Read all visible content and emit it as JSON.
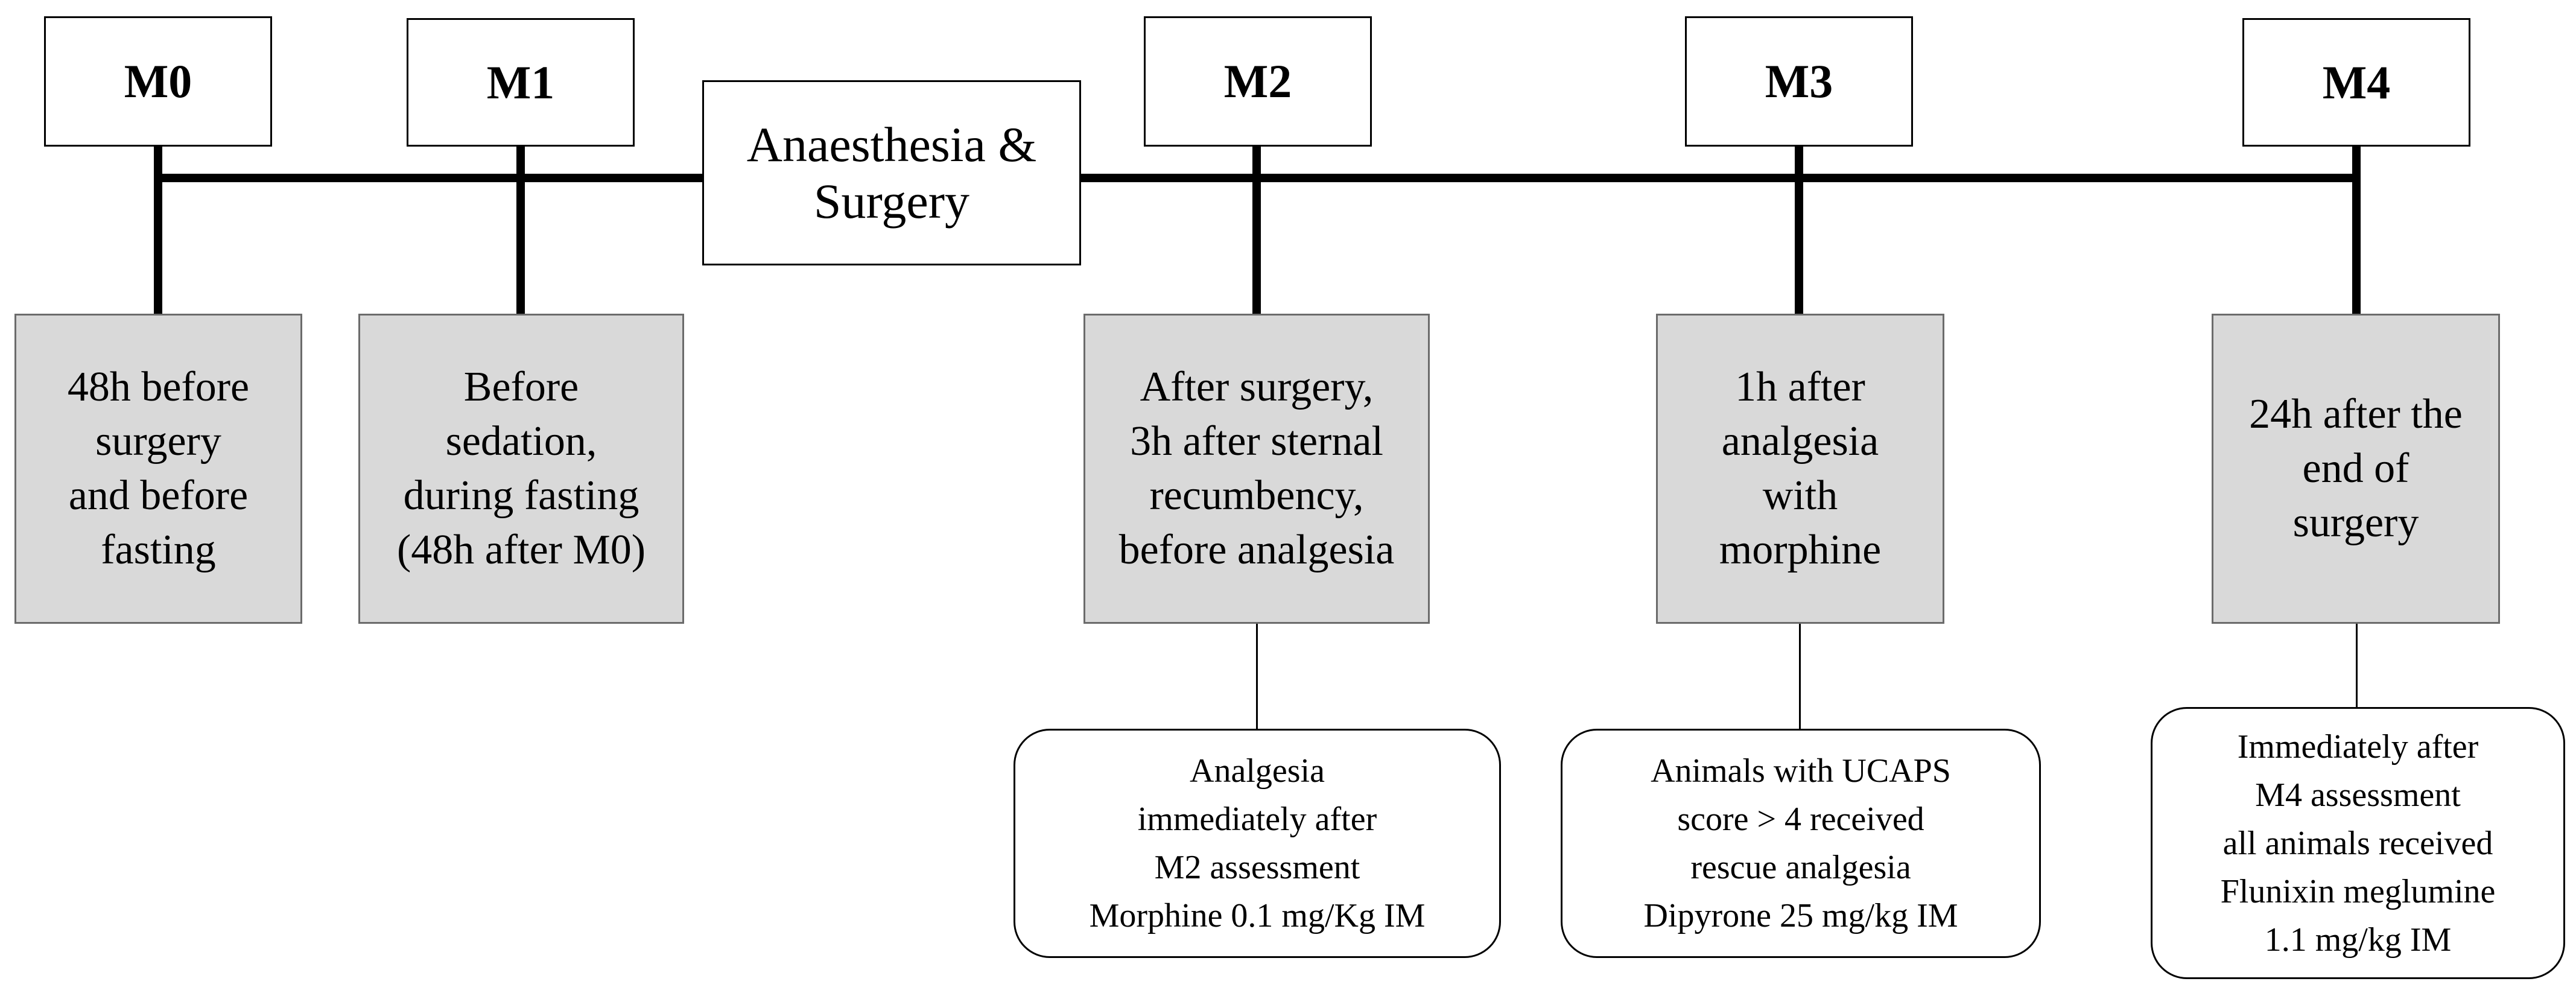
{
  "milestones": [
    {
      "label": "M0",
      "description": "48h before\nsurgery\nand before\nfasting"
    },
    {
      "label": "M1",
      "description": "Before\nsedation,\nduring fasting\n(48h after M0)"
    },
    {
      "label": "M2",
      "description": "After surgery,\n3h after sternal\nrecumbency,\nbefore analgesia"
    },
    {
      "label": "M3",
      "description": "1h after\nanalgesia\nwith\nmorphine"
    },
    {
      "label": "M4",
      "description": "24h after the\nend of\nsurgery"
    }
  ],
  "procedure": "Anaesthesia &\nSurgery",
  "notes": {
    "m2": "Analgesia\nimmediately after\nM2 assessment\nMorphine 0.1 mg/Kg IM",
    "m3": "Animals with UCAPS\nscore > 4 received\nrescue analgesia\nDipyrone 25 mg/kg IM",
    "m4": "Immediately after\nM4 assessment\nall animals received\nFlunixin meglumine\n1.1 mg/kg IM"
  }
}
